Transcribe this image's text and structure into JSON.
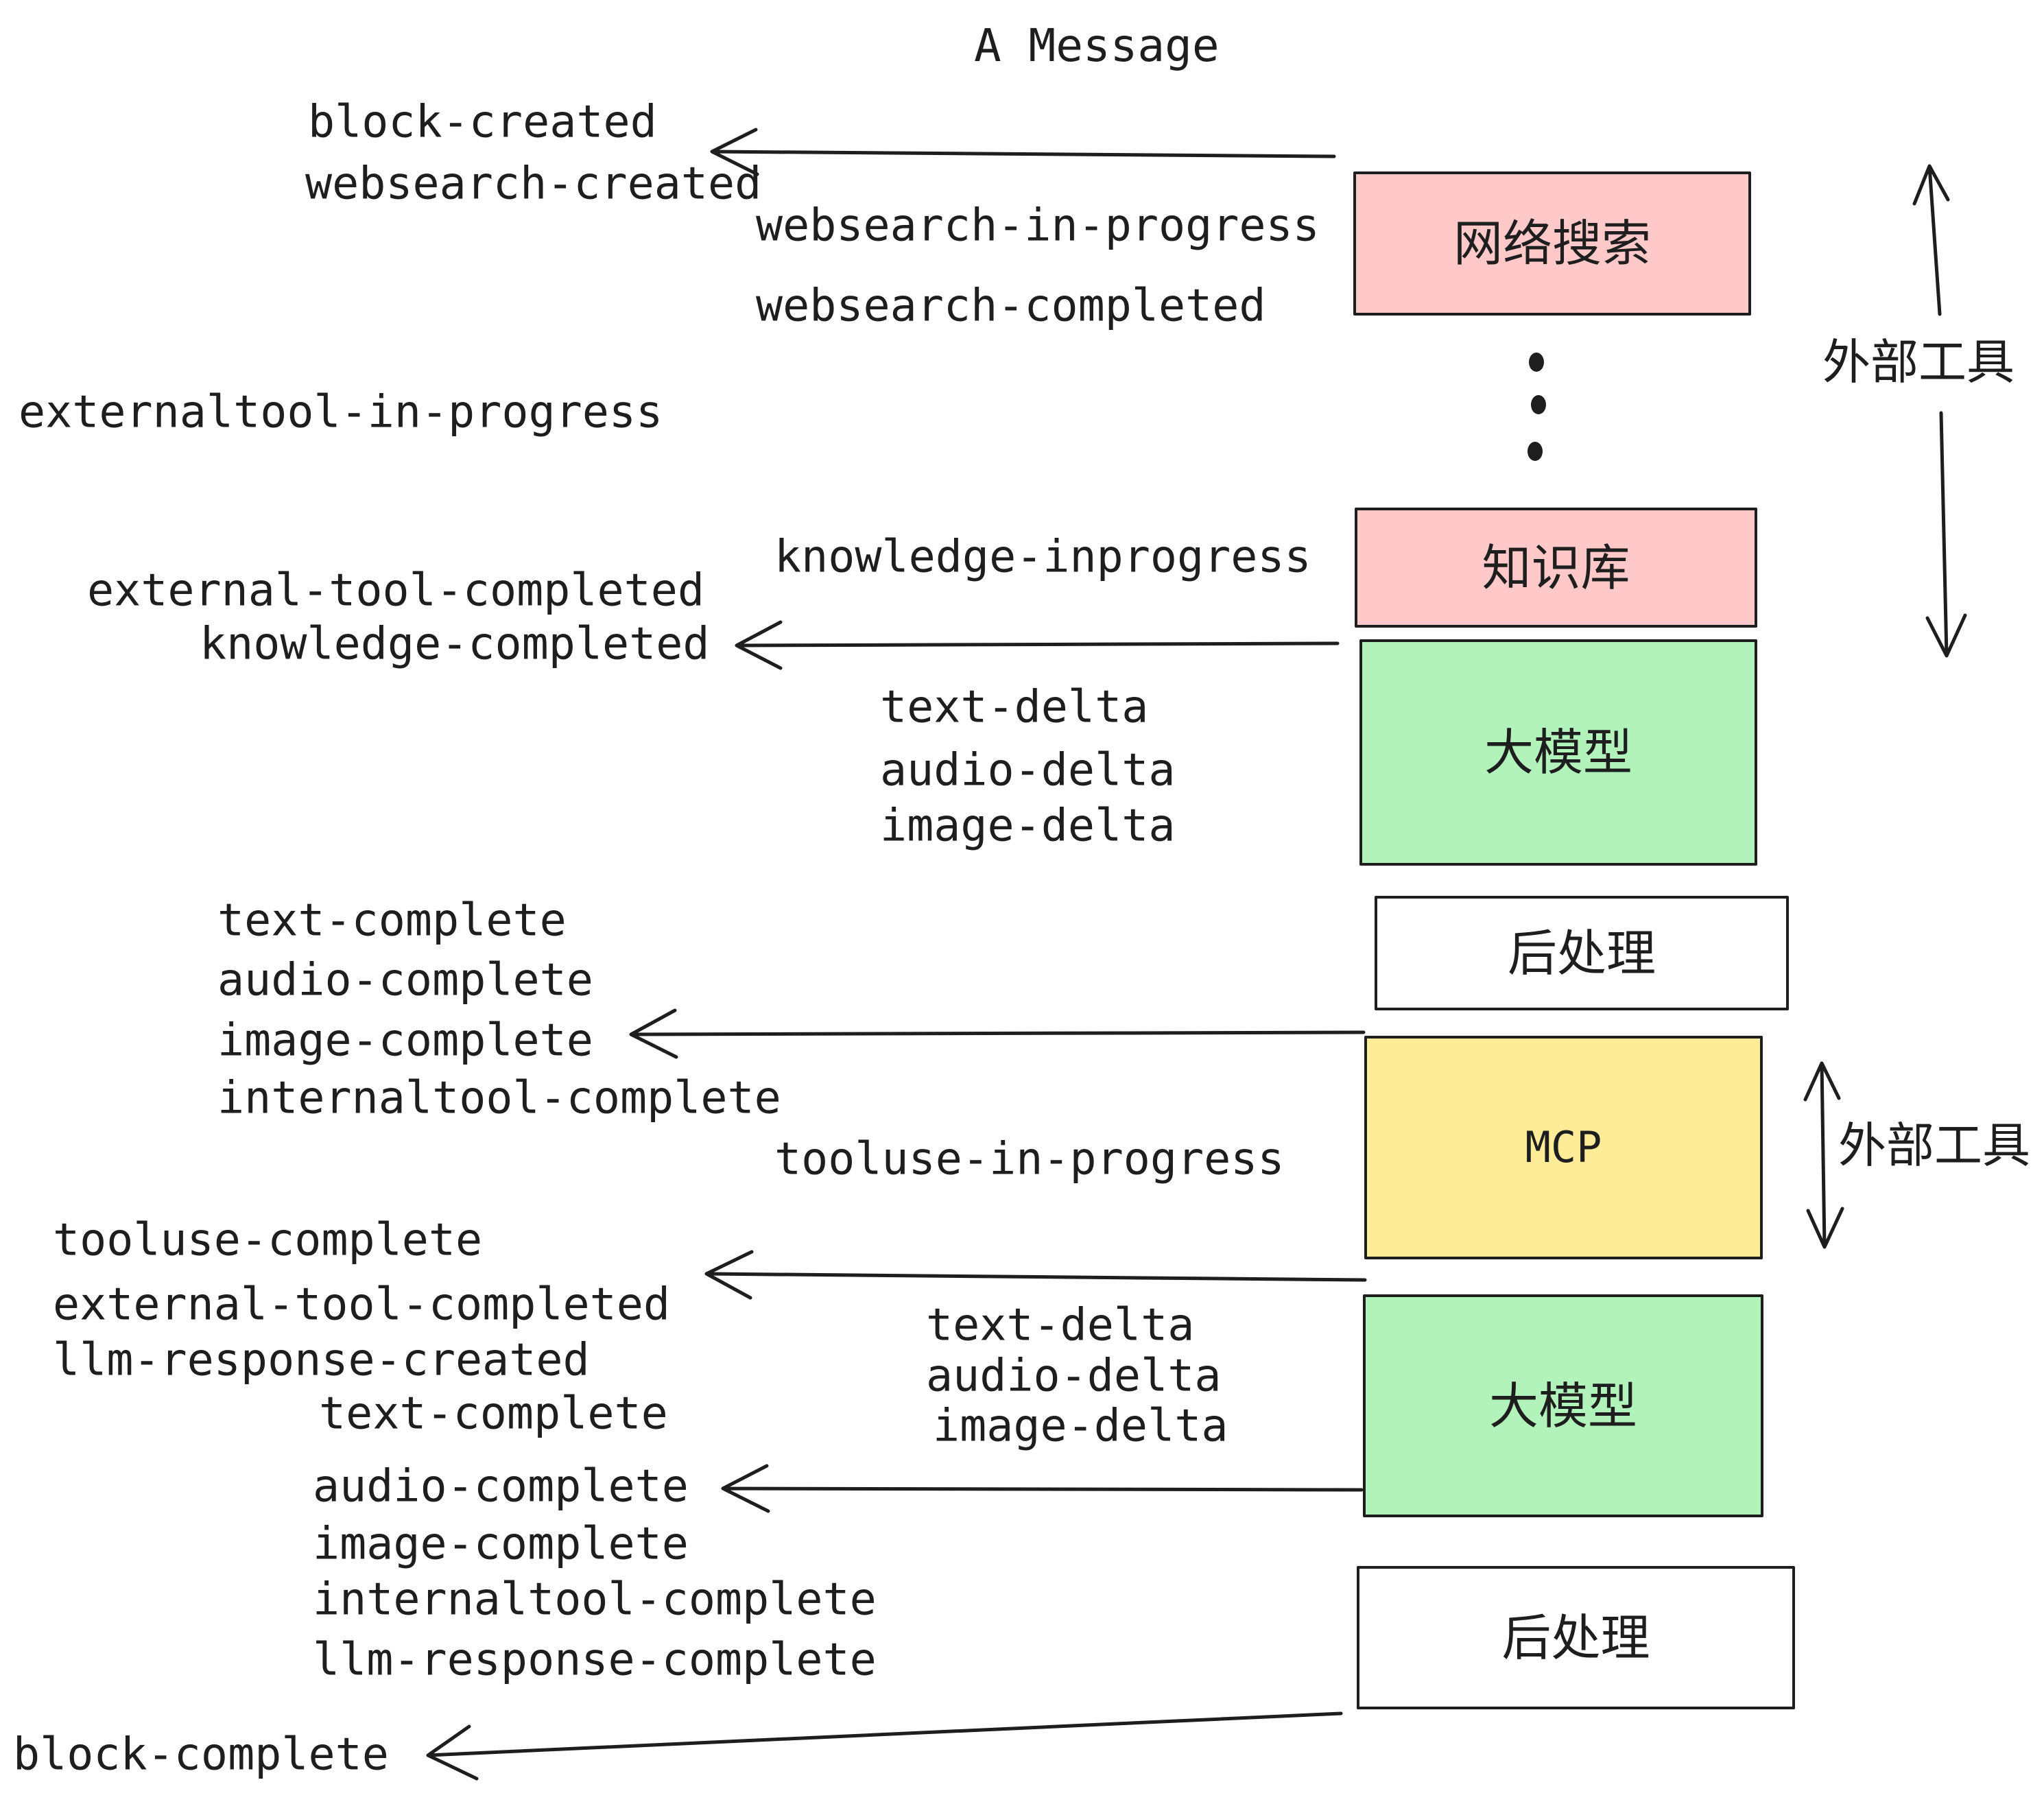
{
  "title": "A Message",
  "colors": {
    "pink": "#ffc9c9",
    "green": "#b2f2bb",
    "yellow": "#ffec99",
    "white": "#ffffff",
    "ink": "#1e1e1e"
  },
  "boxes": {
    "websearch": {
      "label": "网络搜索"
    },
    "knowledge": {
      "label": "知识库"
    },
    "llm1": {
      "label": "大模型"
    },
    "post1": {
      "label": "后处理"
    },
    "mcp": {
      "label": "MCP"
    },
    "llm2": {
      "label": "大模型"
    },
    "post2": {
      "label": "后处理"
    }
  },
  "side_labels": {
    "external_tools_top": "外部工具",
    "external_tools_bottom": "外部工具"
  },
  "events": {
    "block_created": "block-created",
    "websearch_created": "websearch-created",
    "websearch_in_progress": "websearch-in-progress",
    "websearch_completed": "websearch-completed",
    "externaltool_in_progress": "externaltool-in-progress",
    "knowledge_inprogress": "knowledge-inprogress",
    "external_tool_completed_1": "external-tool-completed",
    "knowledge_completed": "knowledge-completed",
    "text_delta_1": "text-delta",
    "audio_delta_1": "audio-delta",
    "image_delta_1": "image-delta",
    "text_complete_1": "text-complete",
    "audio_complete_1": "audio-complete",
    "image_complete_1": "image-complete",
    "internaltool_complete_1": "internaltool-complete",
    "tooluse_in_progress": "tooluse-in-progress",
    "tooluse_complete": "tooluse-complete",
    "external_tool_completed_2": "external-tool-completed",
    "llm_response_created": "llm-response-created",
    "text_complete_2": "text-complete",
    "audio_complete_2": "audio-complete",
    "image_complete_2": "image-complete",
    "internaltool_complete_2": "internaltool-complete",
    "llm_response_complete": "llm-response-complete",
    "text_delta_2": "text-delta",
    "audio_delta_2": "audio-delta",
    "image_delta_2": "image-delta",
    "block_complete": "block-complete"
  }
}
